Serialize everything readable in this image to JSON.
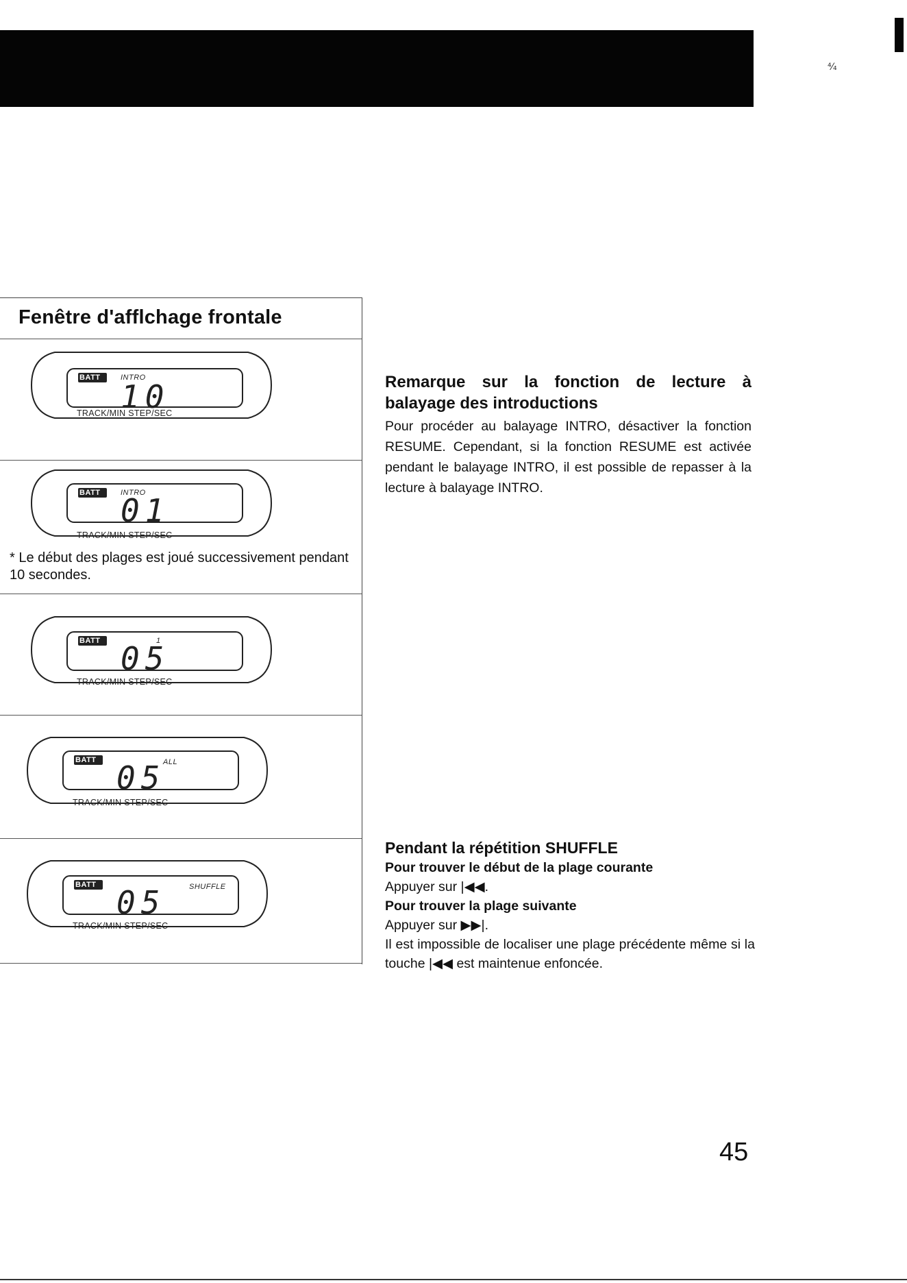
{
  "page": {
    "title": "Fenêtre d'afflchage frontale",
    "page_number": "45",
    "scan_mark": "⁴⁄₄"
  },
  "displays": [
    {
      "batt": "BATT",
      "status": "INTRO",
      "digits": "10",
      "sub": "TRACK/MIN  STEP/SEC"
    },
    {
      "batt": "BATT",
      "status": "INTRO",
      "digits": "01",
      "sub": "TRACK/MIN  STEP/SEC"
    },
    {
      "batt": "BATT",
      "status": "1",
      "digits": "05",
      "sub": "TRACK/MIN  STEP/SEC"
    },
    {
      "batt": "BATT",
      "status": "ALL",
      "digits": "05",
      "sub": "TRACK/MIN  STEP/SEC"
    },
    {
      "batt": "BATT",
      "status": "SHUFFLE",
      "digits": "05",
      "sub": "TRACK/MIN  STEP/SEC"
    }
  ],
  "footnote": {
    "marker": "*",
    "text": "Le début des plages est joué successivement pendant 10 secondes."
  },
  "intro_note": {
    "heading": "Remarque sur la fonction de lecture à balayage des introductions",
    "body": "Pour procéder au balayage INTRO, désactiver la fonction RESUME. Cependant, si la fonction RESUME est activée pendant le balayage INTRO, il est possible de repasser à la lecture à balayage INTRO."
  },
  "shuffle_section": {
    "heading": "Pendant la répétition SHUFFLE",
    "sub1": "Pour trouver le début de la plage courante",
    "line1": "Appuyer sur |◀◀.",
    "sub2": "Pour trouver la plage suivante",
    "line2": "Appuyer sur ▶▶|.",
    "line3": "Il est impossible de localiser une plage précédente même si la touche |◀◀ est maintenue enfoncée."
  },
  "colors": {
    "ink": "#111111",
    "bar": "#050505",
    "paper": "#ffffff"
  }
}
